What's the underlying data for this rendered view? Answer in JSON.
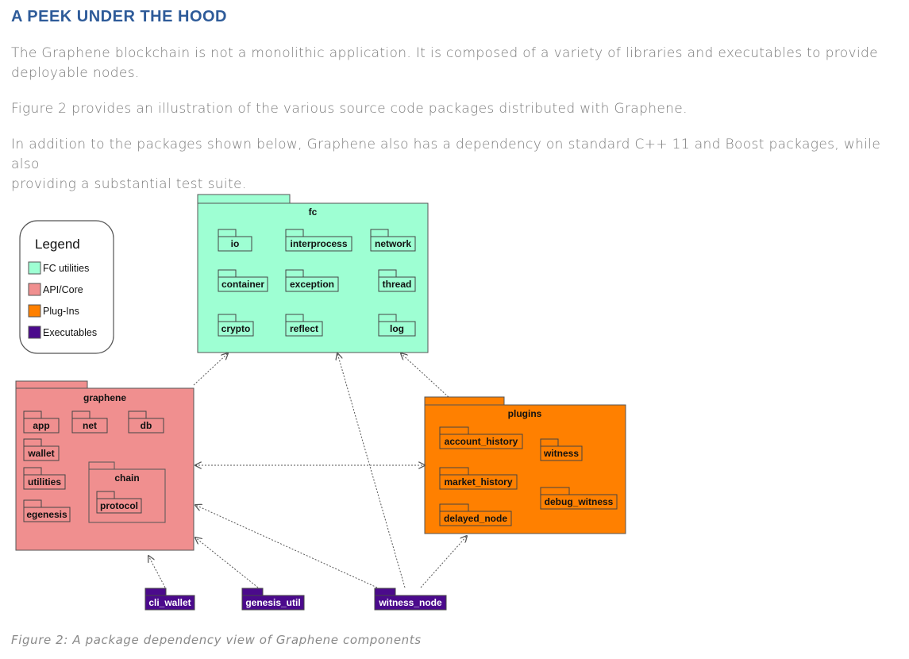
{
  "heading": "A PEEK UNDER THE HOOD",
  "paragraphs": [
    [
      "The Graphene blockchain is not a monolithic application. It is composed of a variety of libraries and executables to provide",
      "deployable nodes."
    ],
    [
      "Figure 2 provides an illustration of the various source code packages distributed with Graphene."
    ],
    [
      "In addition to the packages shown below, Graphene also has a dependency on standard C++ 11 and Boost packages, while also",
      "providing a substantial test suite."
    ]
  ],
  "caption": "Figure 2: A package dependency view of Graphene components",
  "diagram": {
    "legend": {
      "title": "Legend",
      "items": [
        {
          "label": "FC utilities",
          "color": "#9effd3"
        },
        {
          "label": "API/Core",
          "color": "#f08f8f"
        },
        {
          "label": "Plug-Ins",
          "color": "#ff8000"
        },
        {
          "label": "Executables",
          "color": "#4b0a8c"
        }
      ]
    },
    "fc": {
      "title": "fc",
      "packages": [
        "io",
        "interprocess",
        "network",
        "container",
        "exception",
        "thread",
        "crypto",
        "reflect",
        "log"
      ]
    },
    "graphene": {
      "title": "graphene",
      "packages": [
        "app",
        "net",
        "db",
        "wallet",
        "utilities",
        "egenesis"
      ],
      "chain": {
        "title": "chain",
        "packages": [
          "protocol"
        ]
      }
    },
    "plugins": {
      "title": "plugins",
      "packages": [
        "account_history",
        "witness",
        "market_history",
        "debug_witness",
        "delayed_node"
      ]
    },
    "executables": [
      "cli_wallet",
      "genesis_util",
      "witness_node"
    ]
  }
}
